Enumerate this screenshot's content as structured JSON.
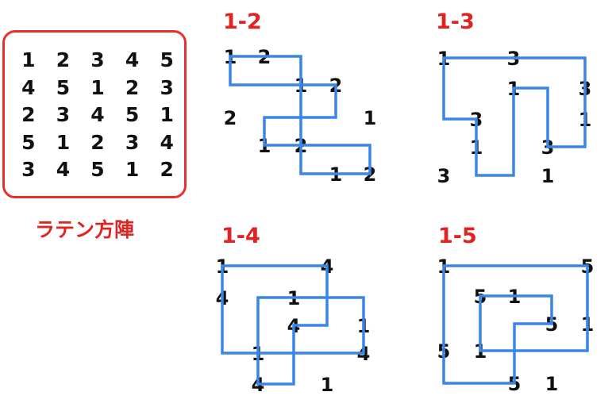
{
  "latin_square": {
    "rows": [
      [
        "1",
        "2",
        "3",
        "4",
        "5"
      ],
      [
        "4",
        "5",
        "1",
        "2",
        "3"
      ],
      [
        "2",
        "3",
        "4",
        "5",
        "1"
      ],
      [
        "5",
        "1",
        "2",
        "3",
        "4"
      ],
      [
        "3",
        "4",
        "5",
        "1",
        "2"
      ]
    ],
    "caption": "ラテン方陣"
  },
  "diagrams": [
    {
      "title": "1-2",
      "labels": [
        "1",
        "2",
        "1",
        "2",
        "2",
        "1",
        "1",
        "2",
        "1",
        "2"
      ]
    },
    {
      "title": "1-3",
      "labels": [
        "1",
        "3",
        "1",
        "3",
        "3",
        "1",
        "1",
        "3",
        "3",
        "1"
      ]
    },
    {
      "title": "1-4",
      "labels": [
        "1",
        "4",
        "4",
        "1",
        "4",
        "1",
        "1",
        "4",
        "4",
        "1"
      ]
    },
    {
      "title": "1-5",
      "labels": [
        "1",
        "5",
        "5",
        "1",
        "5",
        "1",
        "5",
        "1",
        "5",
        "1"
      ]
    }
  ],
  "colors": {
    "line": "#3a86e8",
    "title": "#e02424",
    "frame": "#e53030"
  }
}
